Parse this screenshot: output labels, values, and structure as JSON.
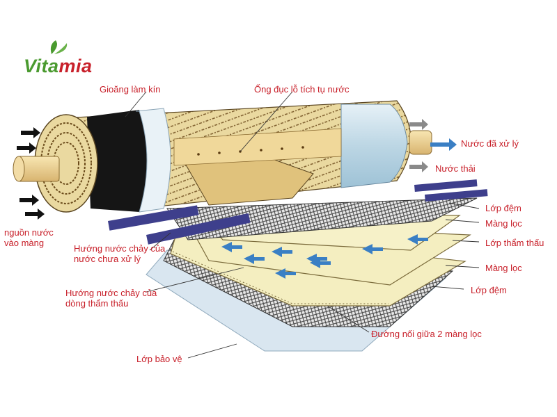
{
  "brand": {
    "name_part1": "Vita",
    "name_part2": "mia",
    "icon": "leaf-icon",
    "colors": {
      "green": "#4a9a2f",
      "red": "#c8202a"
    }
  },
  "labels": {
    "gasket": "Gioăng làm kín",
    "perforated_tube": "Ống đục lỗ tích tụ nước",
    "treated_water": "Nước đã xử lý",
    "waste_water": "Nước thải",
    "feed_water": "nguồn nước vào màng",
    "feed_flow_direction": "Hướng nước chảy của nước chưa xử lý",
    "spacer_top": "Lớp đệm",
    "membrane_top": "Màng lọc",
    "permeate_layer": "Lớp thẩm thấu",
    "membrane_bottom": "Màng lọc",
    "spacer_bottom": "Lớp đệm",
    "permeate_flow_direction": "Hướng nước chảy của dòng thẩm thấu",
    "membrane_seam": "Đường nối giữa 2 màng lọc",
    "protective_layer": "Lớp bảo vệ"
  },
  "colors": {
    "label_text": "#c8202a",
    "flow_arrow": "#3a7fc4",
    "outlet_arrow": "#8a8a8a",
    "membrane": "#f4eec0",
    "cylinder_end": "#bcd6e4",
    "gasket": "#151515",
    "feed_pipe": "#3e3f8c"
  }
}
